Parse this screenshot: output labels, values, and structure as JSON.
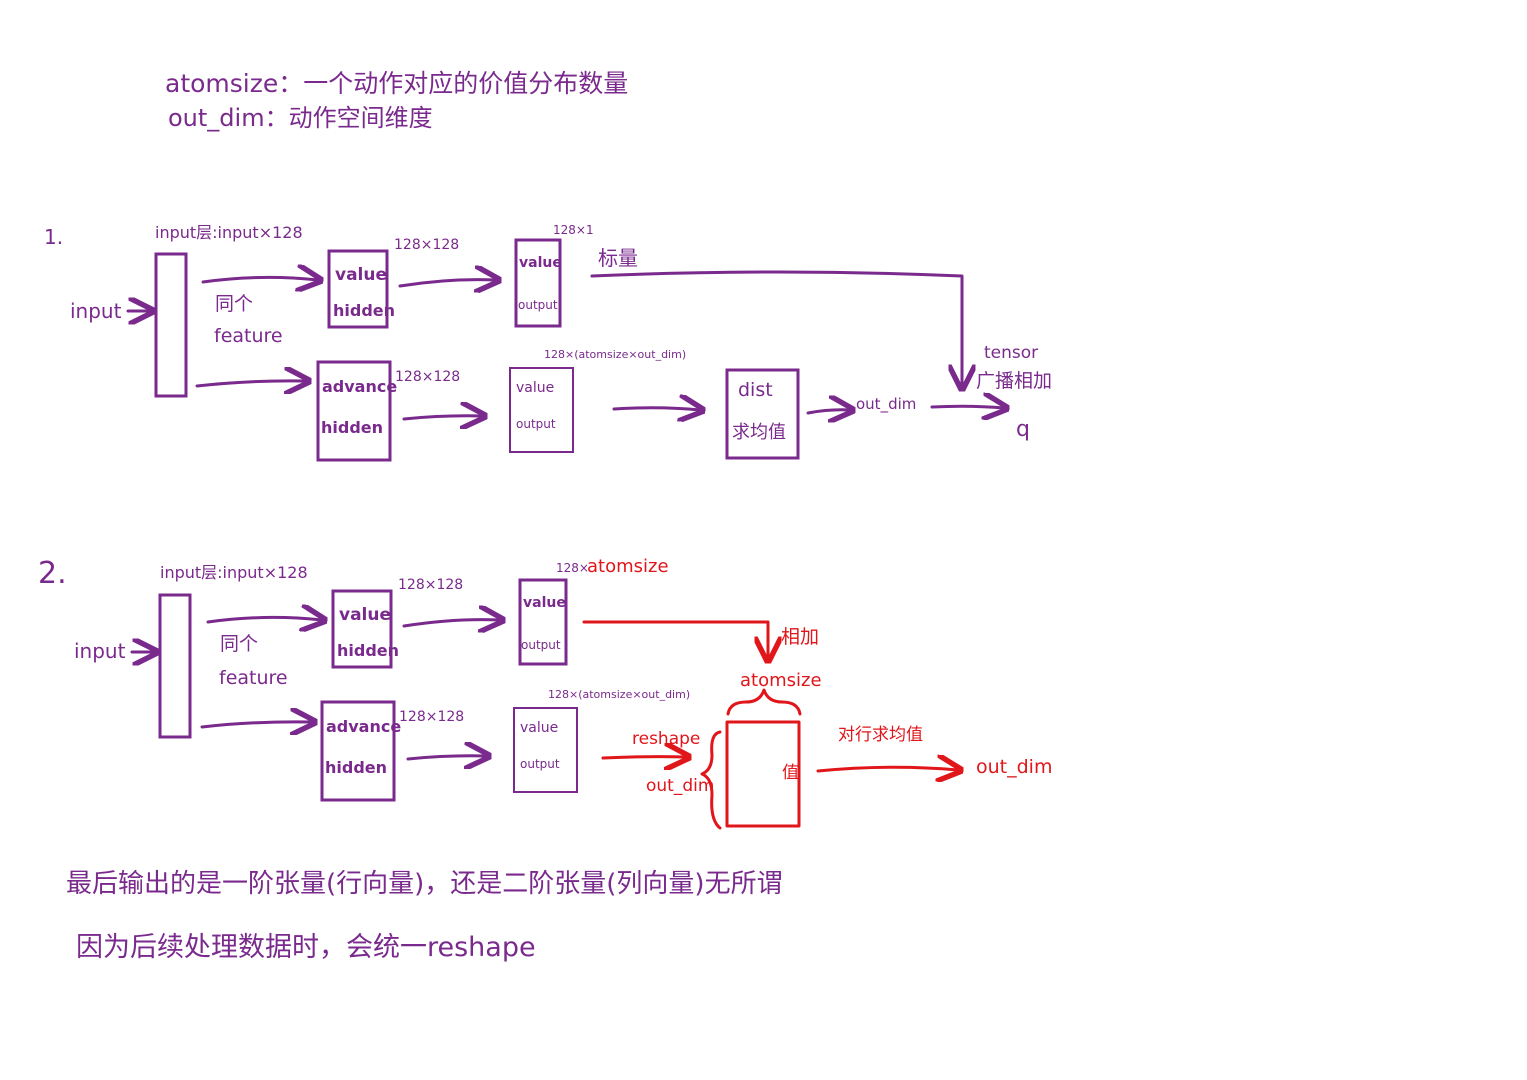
{
  "notes": {
    "line1": "atomsize：一个动作对应的价值分布数量",
    "line2": "out_dim：动作空间维度"
  },
  "section1": {
    "number": "1.",
    "input_label": "input",
    "input_layer_dim": "input层:input×128",
    "same_feature_1": "同个",
    "same_feature_2": "feature",
    "value_hidden_dim": "128×128",
    "value_hidden_1": "value",
    "value_hidden_2": "hidden",
    "value_output_dim": "128×1",
    "value_output_1": "value",
    "value_output_2": "output",
    "scalar_label": "标量",
    "advance_hidden_dim": "128×128",
    "advance_hidden_1": "advance",
    "advance_hidden_2": "hidden",
    "advance_output_dim": "128×(atomsize×out_dim)",
    "advance_output_1": "value",
    "advance_output_2": "output",
    "dist_1": "dist",
    "dist_2": "求均值",
    "out_dim_label": "out_dim",
    "tensor_label_1": "tensor",
    "tensor_label_2": "广播相加",
    "q_label": "q"
  },
  "section2": {
    "number": "2.",
    "input_label": "input",
    "input_layer_dim": "input层:input×128",
    "same_feature_1": "同个",
    "same_feature_2": "feature",
    "value_hidden_dim": "128×128",
    "value_hidden_1": "value",
    "value_hidden_2": "hidden",
    "value_output_dim_prefix": "128×",
    "value_output_dim_red": "atomsize",
    "value_output_1": "value",
    "value_output_2": "output",
    "add_label": "相加",
    "advance_hidden_dim": "128×128",
    "advance_hidden_1": "advance",
    "advance_hidden_2": "hidden",
    "advance_output_dim": "128×(atomsize×out_dim)",
    "advance_output_1": "value",
    "advance_output_2": "output",
    "reshape_label": "reshape",
    "out_dim_left": "out_dim",
    "atomsize_top": "atomsize",
    "box_inner": "值",
    "row_mean_label": "对行求均值",
    "out_dim_right": "out_dim"
  },
  "footer": {
    "line1": "最后输出的是一阶张量(行向量)，还是二阶张量(列向量)无所谓",
    "line2": "因为后续处理数据时，会统一reshape"
  },
  "colors": {
    "purple": "#7a2a8c",
    "red": "#e0161b",
    "background": "#ffffff"
  }
}
